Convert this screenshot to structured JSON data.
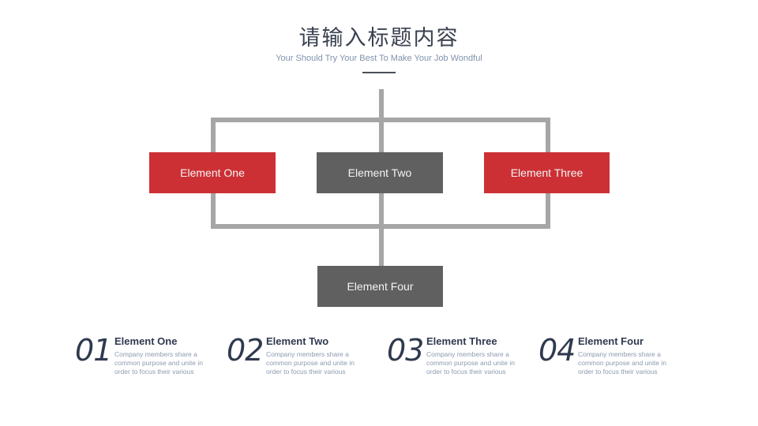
{
  "header": {
    "title": "请输入标题内容",
    "subtitle": "Your Should Try Your Best To Make Your Job Wondful"
  },
  "diagram": {
    "colors": {
      "red": "#cc3035",
      "gray": "#606060",
      "connector": "#a6a6a6"
    },
    "nodes": [
      {
        "label": "Element One",
        "color": "red"
      },
      {
        "label": "Element Two",
        "color": "gray"
      },
      {
        "label": "Element Three",
        "color": "red"
      },
      {
        "label": "Element Four",
        "color": "gray"
      }
    ]
  },
  "legend": {
    "items": [
      {
        "number": "01",
        "title": "Element One",
        "description": "Company members share a common purpose and unite in order to focus their various"
      },
      {
        "number": "02",
        "title": "Element Two",
        "description": "Company members share a common purpose and unite in order to focus their various"
      },
      {
        "number": "03",
        "title": "Element Three",
        "description": "Company members share a common purpose and unite in order to focus their various"
      },
      {
        "number": "04",
        "title": "Element Four",
        "description": "Company members share a common purpose and unite in order to focus their various"
      }
    ]
  }
}
